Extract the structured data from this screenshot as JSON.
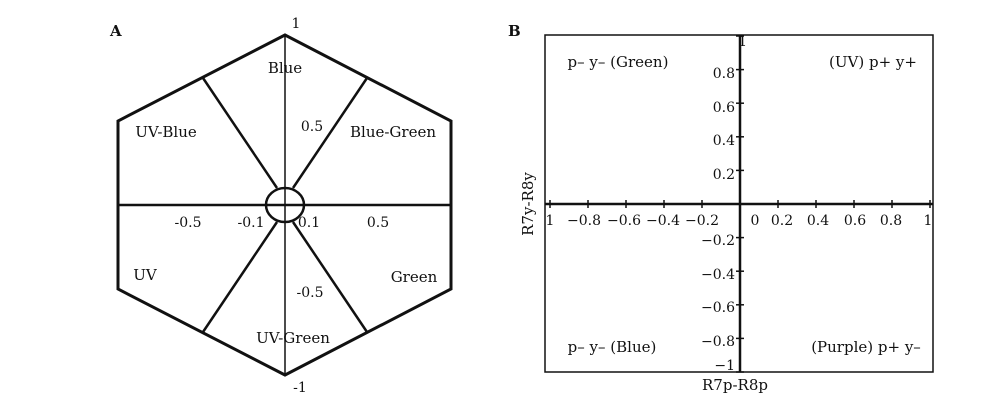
{
  "colors": {
    "ink": "#111111",
    "background": "#ffffff"
  },
  "panel_a": {
    "letter": "A",
    "regions": {
      "blue": "Blue",
      "uv_blue": "UV-Blue",
      "blue_green": "Blue-Green",
      "uv": "UV",
      "green": "Green",
      "uv_green": "UV-Green"
    },
    "ticks": {
      "top": "1",
      "bottom": "-1",
      "y_pos_half": "0.5",
      "y_neg_half": "-0.5",
      "x_neg_half": "-0.5",
      "x_neg_tenth": "-0.1",
      "x_pos_tenth": "0.1",
      "x_pos_half": "0.5"
    }
  },
  "panel_b": {
    "letter": "B",
    "quadrants": {
      "top_left": "p– y– (Green)",
      "top_right": "(UV) p+ y+",
      "bottom_left": "p– y– (Blue)",
      "bottom_right": "(Purple) p+ y–"
    },
    "xlabel": "R7p-R8p",
    "ylabel": "R7y-R8y",
    "x_ticks_neg": [
      "1",
      "−0.8",
      "−0.6",
      "−0.4",
      "−0.2"
    ],
    "x_ticks_pos": [
      "0",
      "0.2",
      "0.4",
      "0.6",
      "0.8",
      "1"
    ],
    "y_ticks_pos": [
      "1",
      "0.8",
      "0.6",
      "0.4",
      "0.2"
    ],
    "y_ticks_neg": [
      "−0.2",
      "−0.4",
      "−0.6",
      "−0.8",
      "−1"
    ]
  }
}
